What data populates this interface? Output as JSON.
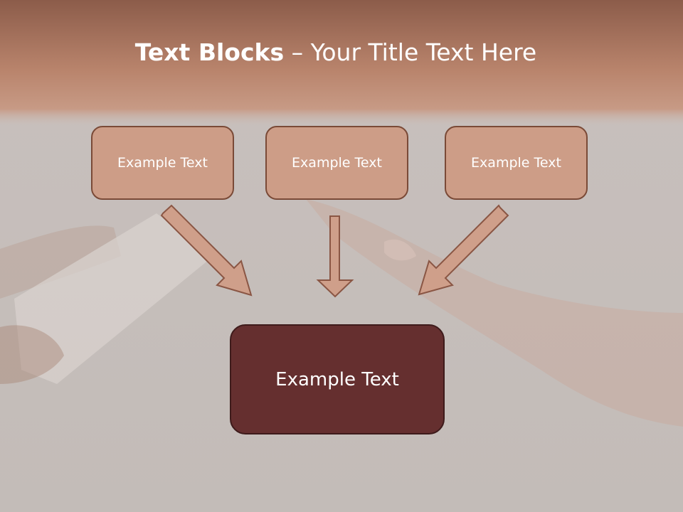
{
  "slide": {
    "title_bold": "Text Blocks",
    "title_rest": " – Your Title Text Here",
    "boxes": [
      {
        "label": "Example Text"
      },
      {
        "label": "Example Text"
      },
      {
        "label": "Example Text"
      }
    ],
    "main_box": {
      "label": "Example Text"
    }
  },
  "colors": {
    "header_band": "#b9846c",
    "box_fill": "#cd9d87",
    "box_border": "#7a4a37",
    "main_box_fill": "#652f2f",
    "arrow_fill": "#cf9f8a"
  }
}
